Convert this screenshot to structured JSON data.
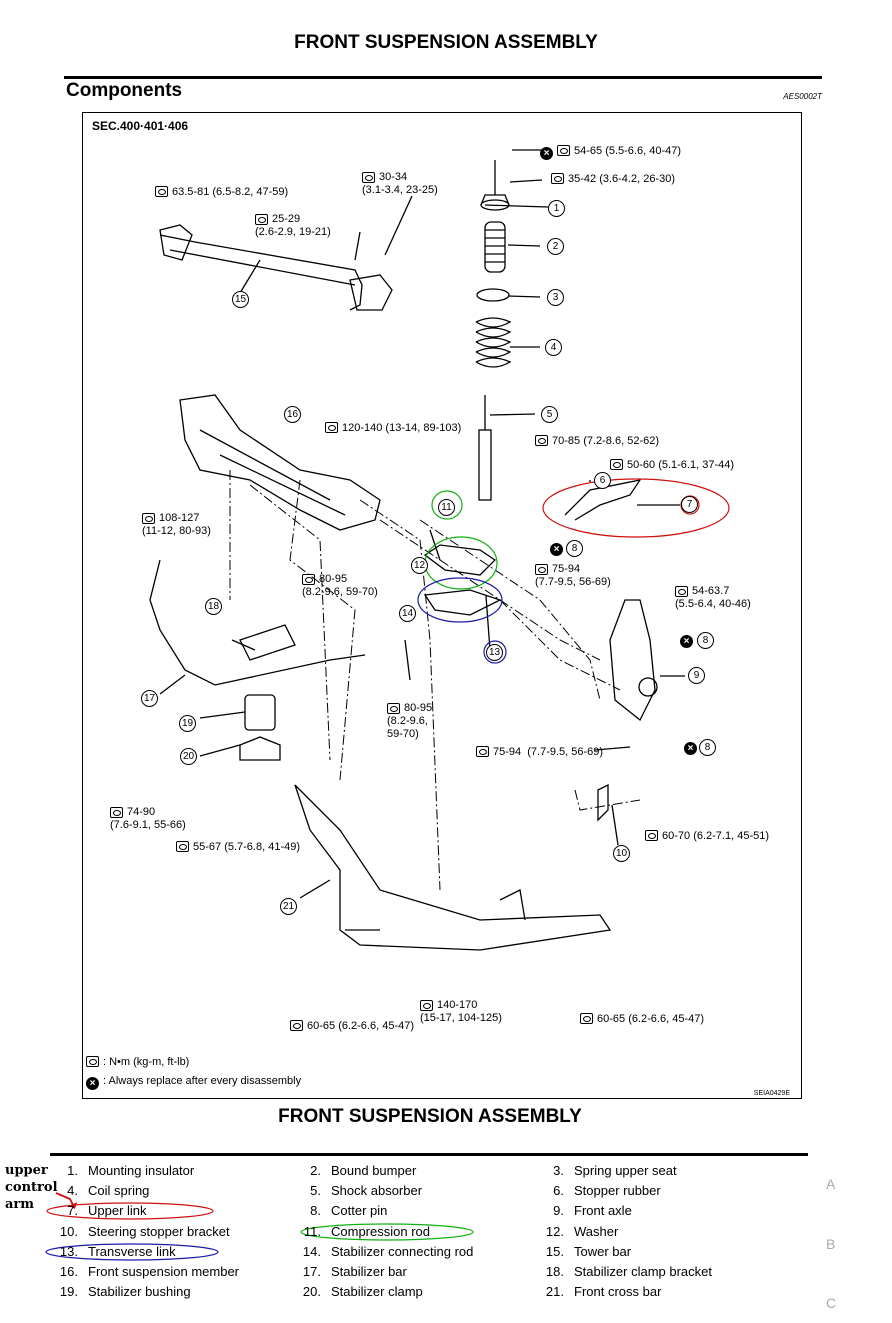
{
  "page_title": "FRONT SUSPENSION ASSEMBLY",
  "section_heading": "Components",
  "diagram_code_top": "AES0002T",
  "section_code": "SEC.400·401·406",
  "torque_labels": {
    "t1": "54-65 (5.5-6.6, 40-47)",
    "t2": "35-42 (3.6-4.2, 26-30)",
    "t3": "63.5-81 (6.5-8.2, 47-59)",
    "t4": "30-34\n(3.1-3.4, 23-25)",
    "t5": "25-29\n(2.6-2.9, 19-21)",
    "t6": "120-140 (13-14, 89-103)",
    "t7": "70-85 (7.2-8.6, 52-62)",
    "t8": "50-60 (5.1-6.1, 37-44)",
    "t9": "108-127\n(11-12, 80-93)",
    "t10": "80-95\n(8.2-9.6, 59-70)",
    "t11": "75-94\n(7.7-9.5, 56-69)",
    "t12": "54-63.7\n(5.5-6.4, 40-46)",
    "t13": "80-95\n(8.2-9.6,\n59-70)",
    "t14": "75-94  (7.7-9.5, 56-69)",
    "t15": "74-90\n(7.6-9.1, 55-66)",
    "t16": "55-67 (5.7-6.8, 41-49)",
    "t17": "60-70 (6.2-7.1, 45-51)",
    "t18": "140-170\n(15-17, 104-125)",
    "t19": "60-65 (6.2-6.6, 45-47)",
    "t20": "60-65 (6.2-6.6, 45-47)"
  },
  "callouts": [
    "1",
    "2",
    "3",
    "4",
    "5",
    "6",
    "7",
    "8",
    "9",
    "10",
    "11",
    "12",
    "13",
    "14",
    "15",
    "16",
    "17",
    "18",
    "19",
    "20",
    "21"
  ],
  "legend": {
    "torque_unit": ": N•m  (kg-m,  ft-lb)",
    "replace_note": ": Always replace after every disassembly"
  },
  "diagram_code_bottom": "SEIA0429E",
  "parts_title": "FRONT SUSPENSION ASSEMBLY",
  "parts": [
    {
      "num": "1.",
      "name": "Mounting insulator"
    },
    {
      "num": "2.",
      "name": "Bound bumper"
    },
    {
      "num": "3.",
      "name": "Spring upper seat"
    },
    {
      "num": "4.",
      "name": "Coil spring"
    },
    {
      "num": "5.",
      "name": "Shock absorber"
    },
    {
      "num": "6.",
      "name": "Stopper rubber"
    },
    {
      "num": "7.",
      "name": "Upper link"
    },
    {
      "num": "8.",
      "name": "Cotter pin"
    },
    {
      "num": "9.",
      "name": "Front axle"
    },
    {
      "num": "10.",
      "name": "Steering stopper bracket"
    },
    {
      "num": "11.",
      "name": "Compression rod"
    },
    {
      "num": "12.",
      "name": "Washer"
    },
    {
      "num": "13.",
      "name": "Transverse link"
    },
    {
      "num": "14.",
      "name": "Stabilizer connecting rod"
    },
    {
      "num": "15.",
      "name": "Tower bar"
    },
    {
      "num": "16.",
      "name": "Front suspension member"
    },
    {
      "num": "17.",
      "name": "Stabilizer bar"
    },
    {
      "num": "18.",
      "name": "Stabilizer clamp bracket"
    },
    {
      "num": "19.",
      "name": "Stabilizer bushing"
    },
    {
      "num": "20.",
      "name": "Stabilizer clamp"
    },
    {
      "num": "21.",
      "name": "Front cross bar"
    }
  ],
  "handwritten_note": [
    "upper",
    "control",
    "arm"
  ],
  "side_letters": [
    "A",
    "B",
    "C"
  ],
  "colors": {
    "red": "#d01010",
    "green": "#10b010",
    "blue": "#1a1aa8"
  }
}
